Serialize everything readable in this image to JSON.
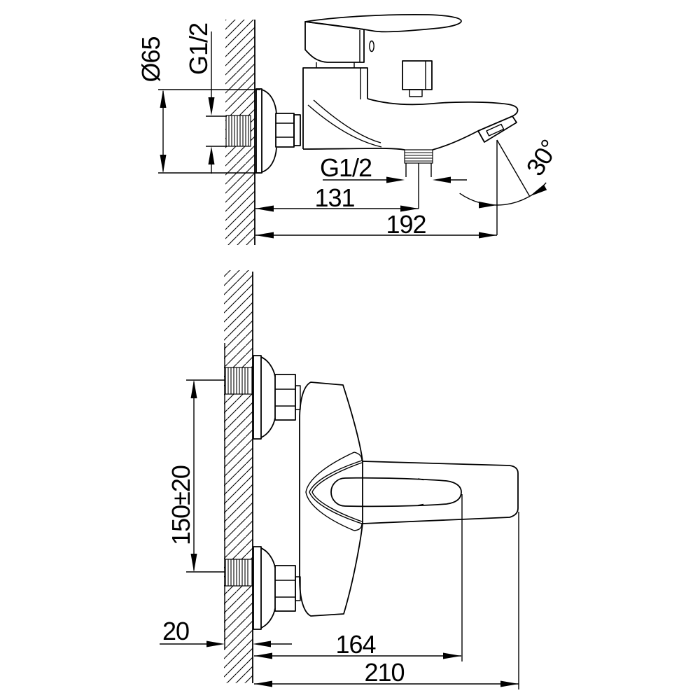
{
  "page": {
    "colors": {
      "bg": "#ffffff",
      "line": "#000000"
    }
  },
  "drawing": {
    "type": "technical-dimension-drawing",
    "subject": "wall-mounted bath mixer faucet, side view and plan view",
    "side_view": {
      "labels": {
        "escutcheon_diameter": "Ø65",
        "wall_thread": "G1/2",
        "outlet_thread": "G1/2",
        "reach_to_outlet": "131",
        "reach_total": "192",
        "spout_angle": "30°"
      }
    },
    "plan_view": {
      "labels": {
        "inlet_spacing": "150±20",
        "wall_thickness": "20",
        "reach_handle": "164",
        "reach_total": "210"
      }
    }
  }
}
